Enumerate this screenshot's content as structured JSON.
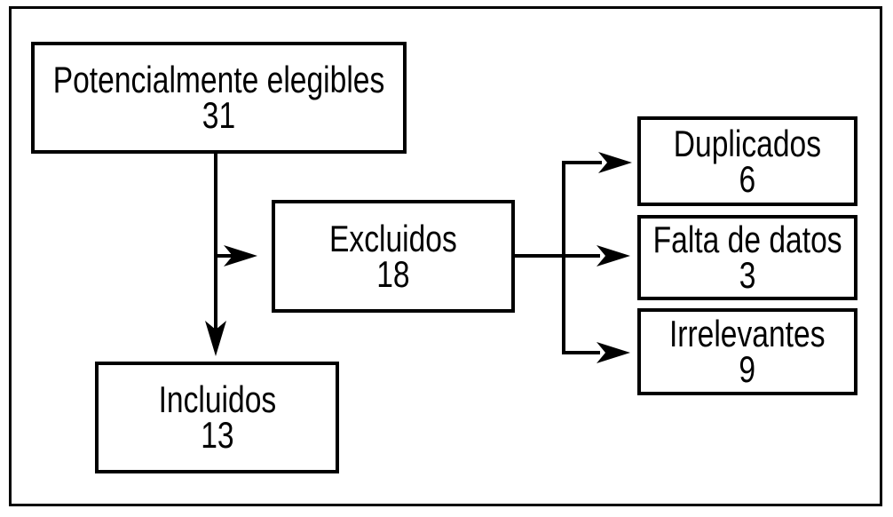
{
  "diagram": {
    "type": "flowchart",
    "language": "es",
    "nodes": {
      "potencialmente_elegibles": {
        "label": "Potencialmente elegibles",
        "value": "31"
      },
      "excluidos": {
        "label": "Excluidos",
        "value": "18"
      },
      "incluidos": {
        "label": "Incluidos",
        "value": "13"
      },
      "duplicados": {
        "label": "Duplicados",
        "value": "6"
      },
      "falta_de_datos": {
        "label": "Falta de datos",
        "value": "3"
      },
      "irrelevantes": {
        "label": "Irrelevantes",
        "value": "9"
      }
    },
    "edges": [
      {
        "from": "potencialmente_elegibles",
        "to": "incluidos"
      },
      {
        "from": "potencialmente_elegibles",
        "to": "excluidos"
      },
      {
        "from": "excluidos",
        "to": "duplicados"
      },
      {
        "from": "excluidos",
        "to": "falta_de_datos"
      },
      {
        "from": "excluidos",
        "to": "irrelevantes"
      }
    ],
    "colors": {
      "line": "#000000",
      "text": "#000000",
      "background": "#ffffff"
    }
  }
}
